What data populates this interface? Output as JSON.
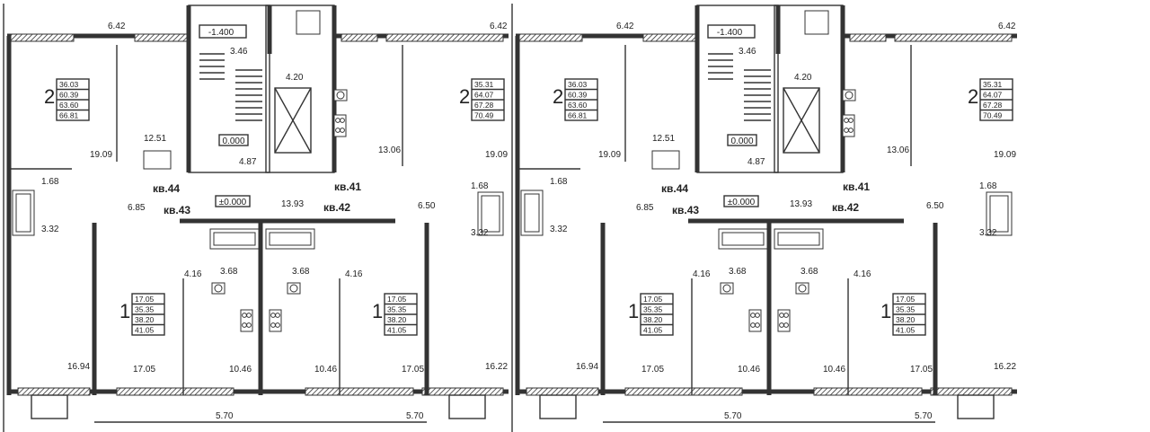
{
  "title": "",
  "halves": [
    {
      "stair_level": "-1.400",
      "stair_area": "3.46",
      "corridor_area": "4.20",
      "lift_level": "0.000",
      "hall_top_area": "12.51",
      "hall_center_area": "4.87",
      "corridor_bottom": "13.93",
      "zero_level": "±0.000",
      "apartments": {
        "kv44": {
          "label": "кв.44",
          "rooms": "2",
          "areas": [
            "36.03",
            "60.39",
            "63.60",
            "66.81"
          ],
          "room_top": "6.42",
          "room_main": "19.09",
          "bath": "1.68",
          "wc": "3.32",
          "hall": "6.85"
        },
        "kv41": {
          "label": "кв.41",
          "rooms": "2",
          "areas": [
            "35.31",
            "64.07",
            "67.28",
            "70.49"
          ],
          "room_top": "6.42",
          "room_main": "19.09",
          "kitchen": "13.06",
          "bath": "1.68",
          "wc": "3.32",
          "hall": "6.50"
        },
        "kv43": {
          "label": "кв.43",
          "rooms": "1",
          "areas": [
            "17.05",
            "35.35",
            "38.20",
            "41.05"
          ],
          "hall": "4.16",
          "bath": "3.68",
          "kitchen": "10.46",
          "room": "17.05",
          "side": "16.94",
          "balcony": "5.70"
        },
        "kv42": {
          "label": "кв.42",
          "rooms": "1",
          "areas": [
            "17.05",
            "35.35",
            "38.20",
            "41.05"
          ],
          "hall": "4.16",
          "bath": "3.68",
          "kitchen": "10.46",
          "room": "17.05",
          "side": "16.22",
          "balcony": "5.70"
        }
      }
    },
    {
      "stair_level": "-1.400",
      "stair_area": "3.46",
      "corridor_area": "4.20",
      "lift_level": "0.000",
      "hall_top_area": "12.51",
      "hall_center_area": "4.87",
      "corridor_bottom": "13.93",
      "zero_level": "±0.000",
      "apartments": {
        "kv44": {
          "label": "кв.44",
          "rooms": "2",
          "areas": [
            "36.03",
            "60.39",
            "63.60",
            "66.81"
          ],
          "room_top": "6.42",
          "room_main": "19.09",
          "bath": "1.68",
          "wc": "3.32",
          "hall": "6.85"
        },
        "kv41": {
          "label": "кв.41",
          "rooms": "2",
          "areas": [
            "35.31",
            "64.07",
            "67.28",
            "70.49"
          ],
          "room_top": "6.42",
          "room_main": "19.09",
          "kitchen": "13.06",
          "bath": "1.68",
          "wc": "3.32",
          "hall": "6.50"
        },
        "kv43": {
          "label": "кв.43",
          "rooms": "1",
          "areas": [
            "17.05",
            "35.35",
            "38.20",
            "41.05"
          ],
          "hall": "4.16",
          "bath": "3.68",
          "kitchen": "10.46",
          "room": "17.05",
          "side": "16.94",
          "balcony": "5.70"
        },
        "kv42": {
          "label": "кв.42",
          "rooms": "1",
          "areas": [
            "17.05",
            "35.35",
            "38.20",
            "41.05"
          ],
          "hall": "4.16",
          "bath": "3.68",
          "kitchen": "10.46",
          "room": "17.05",
          "side": "16.22",
          "balcony": "5.70"
        }
      }
    }
  ]
}
